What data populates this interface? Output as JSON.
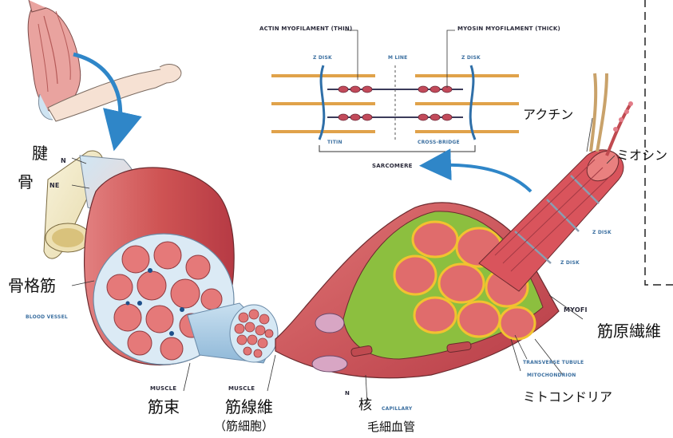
{
  "labels_ja": {
    "tendon": "腱",
    "bone": "骨",
    "skeletal_muscle": "骨格筋",
    "fascicle": "筋束",
    "muscle_fiber": "筋線維",
    "muscle_cell": "（筋細胞）",
    "nucleus": "核",
    "capillary": "毛細血管",
    "mitochondria": "ミトコンドリア",
    "myofibril": "筋原繊維",
    "actin": "アクチン",
    "myosin": "ミオシン"
  },
  "labels_en": {
    "tendon_cut": "N",
    "bone_cut": "NE",
    "blood_vessel": "BLOOD VESSEL",
    "muscle_fascicle": "MUSCLE",
    "muscle_fiber": "MUSCLE",
    "nucleus_cut": "N",
    "capillary": "CAPILLARY",
    "actin_myofilament": "ACTIN MYOFILAMENT (THIN)",
    "myosin_myofilament": "MYOSIN MYOFILAMENT (THICK)",
    "z_disk_left": "Z DISK",
    "m_line": "M LINE",
    "z_disk_right": "Z DISK",
    "titin": "TITIN",
    "cross_bridge": "CROSS-BRIDGE",
    "sarcomere": "SARCOMERE",
    "z_disk_a": "Z DISK",
    "z_disk_b": "Z DISK",
    "myofibril_cut": "MYOFI",
    "transverse_tubule": "TRANSVERSE TUBULE",
    "mitochondrion": "MITOCHONDRION"
  },
  "colors": {
    "muscle_red": "#d25b5b",
    "muscle_dark": "#b23c43",
    "bone_cream": "#f1e9c8",
    "sheath_blue": "#a9cde6",
    "myofibril_yellow": "#f2c230",
    "cytoplasm_green": "#7fae3c",
    "arrow_blue": "#2f86c8",
    "filament_orange": "#e0a24a"
  },
  "icons": [
    "arm-illustration",
    "curved-arrow",
    "sarcomere-diagram",
    "inset-panel"
  ]
}
